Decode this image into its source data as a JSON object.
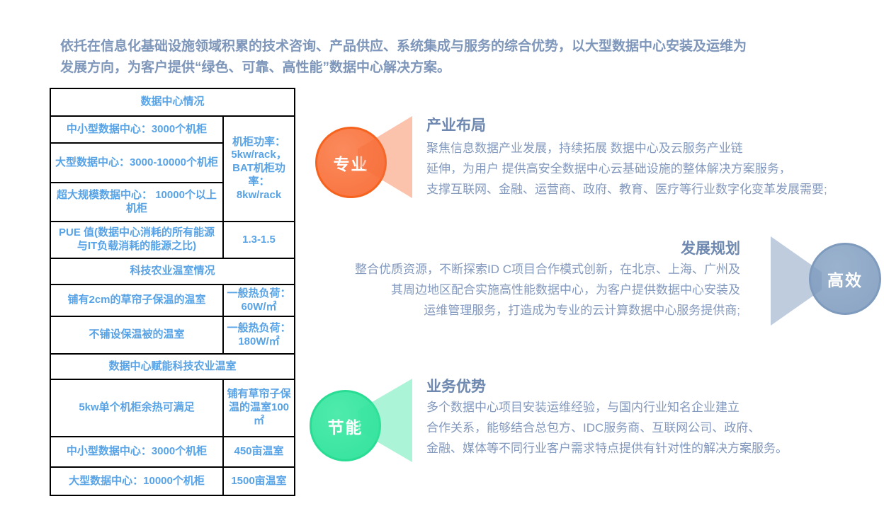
{
  "intro": {
    "text": "依托在信息化基础设施领域积累的技术咨询、产品供应、系统集成与服务的综合优势，以大型数据中心安装及运维为\n发展方向，为客户提供“绿色、可靠、高性能”数据中心解决方案。"
  },
  "table": {
    "headers": {
      "datacenter": "数据中心情况",
      "greenhouse": "科技农业温室情况",
      "empower": "数据中心赋能科技农业温室"
    },
    "rows": {
      "small_dc": "中小型数据中心：3000个机柜",
      "rack_power": "机柜功率：5kw/rack，BAT机柜功率：8kw/rack",
      "large_dc": "大型数据中心：3000-10000个机柜",
      "hyper_dc": "超大规模数据中心： 10000个以上机柜",
      "pue": "PUE 值(数据中心消耗的所有能源与IT负载消耗的能源之比)",
      "pue_value": "1.3-1.5",
      "straw_2cm": "铺有2cm的草帘子保温的温室",
      "straw_2cm_load": "一般热负荷：60W/㎡",
      "no_insulation": "不铺设保温被的温室",
      "no_insulation_load": "一般热负荷：180W/㎡",
      "rack_5kw": "5kw单个机柜余热可满足",
      "rack_5kw_value": "铺有草帘子保温的温室100㎡",
      "small_dc_map": "中小型数据中心：3000个机柜",
      "small_dc_map_value": "450亩温室",
      "large_dc_map": "大型数据中心：10000个机柜",
      "large_dc_map_value": "1500亩温室"
    }
  },
  "sections": {
    "industry": {
      "badge": "专业",
      "title": "产业布局",
      "body": "聚焦信息数据产业发展，持续拓展 数据中心及云服务产业链\n延伸，为用户 提供高安全数据中心云基础设施的整体解决方案服务，\n支撑互联网、金融、运营商、政府、教育、医疗等行业数字化变革发展需要;"
    },
    "planning": {
      "badge": "高效",
      "title": "发展规划",
      "body": "整合优质资源，不断探索ID C项目合作模式创新，在北京、上海、广州及\n其周边地区配合实施高性能数据中心，为客户提供数据中心安装及\n运维管理服务，打造成为专业的云计算数据中心服务提供商;"
    },
    "business": {
      "badge": "节能",
      "title": "业务优势",
      "body": "多个数据中心项目安装运维经验，与国内行业知名企业建立\n合作关系，能够结合总包方、IDC服务商、互联网公司、政府、\n金融、媒体等不同行业客户需求特点提供有针对性的解决方案服务。"
    }
  },
  "colors": {
    "intro_text": "#7E96BA",
    "section_title": "#6E88B0",
    "section_body": "#8298BD",
    "table_text": "#57A3E6",
    "table_border": "#000000",
    "badge_professional": "#F8713C",
    "badge_efficient": "#8AA4C4",
    "badge_energy_saving": "#34E29D"
  }
}
